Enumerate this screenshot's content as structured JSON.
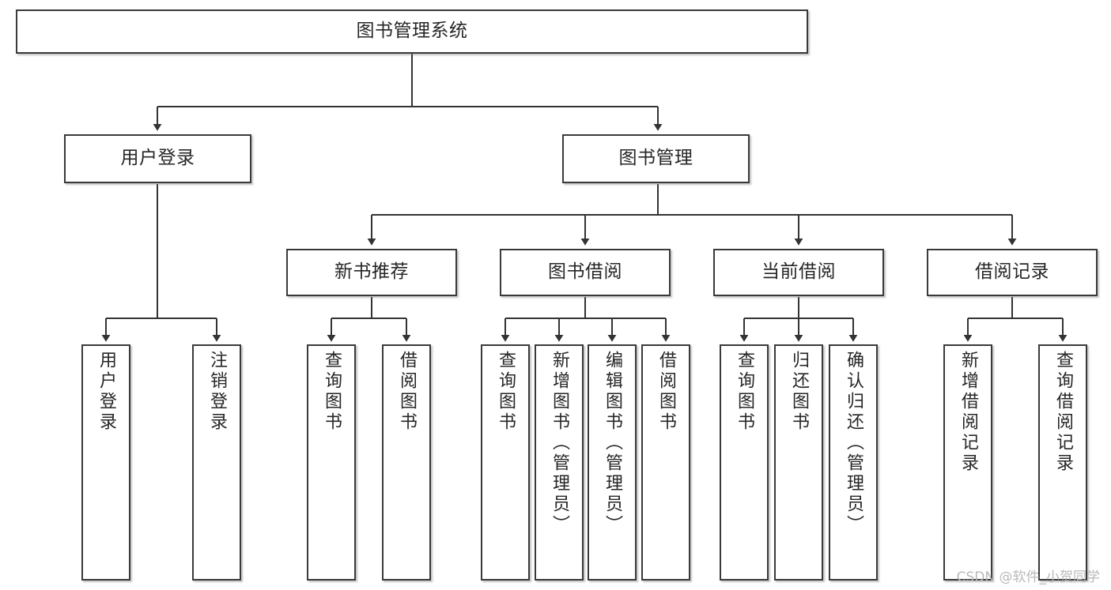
{
  "diagram": {
    "title": "图书管理系统",
    "watermark": "CSDN @软件_小贺同学",
    "colors": {
      "box_border": "#3a3a3a",
      "box_fill": "#ffffff",
      "connector": "#333333",
      "text": "#262626",
      "background": "#ffffff",
      "watermark": "#b9b9b9"
    },
    "nodes": {
      "root": {
        "label": "图书管理系统"
      },
      "level2": [
        {
          "label": "用户登录"
        },
        {
          "label": "图书管理"
        }
      ],
      "level3": [
        {
          "label": "新书推荐"
        },
        {
          "label": "图书借阅"
        },
        {
          "label": "当前借阅"
        },
        {
          "label": "借阅记录"
        }
      ],
      "leaves": {
        "user_login": [
          {
            "label": "用户登录"
          },
          {
            "label": "注销登录"
          }
        ],
        "new_book_recommend": [
          {
            "label": "查询图书"
          },
          {
            "label": "借阅图书"
          }
        ],
        "book_borrow": [
          {
            "label": "查询图书"
          },
          {
            "label": "新增图书（管理员）"
          },
          {
            "label": "编辑图书（管理员）"
          },
          {
            "label": "借阅图书"
          }
        ],
        "current_borrow": [
          {
            "label": "查询图书"
          },
          {
            "label": "归还图书"
          },
          {
            "label": "确认归还（管理员）"
          }
        ],
        "borrow_record": [
          {
            "label": "新增借阅记录"
          },
          {
            "label": "查询借阅记录"
          }
        ]
      }
    }
  }
}
